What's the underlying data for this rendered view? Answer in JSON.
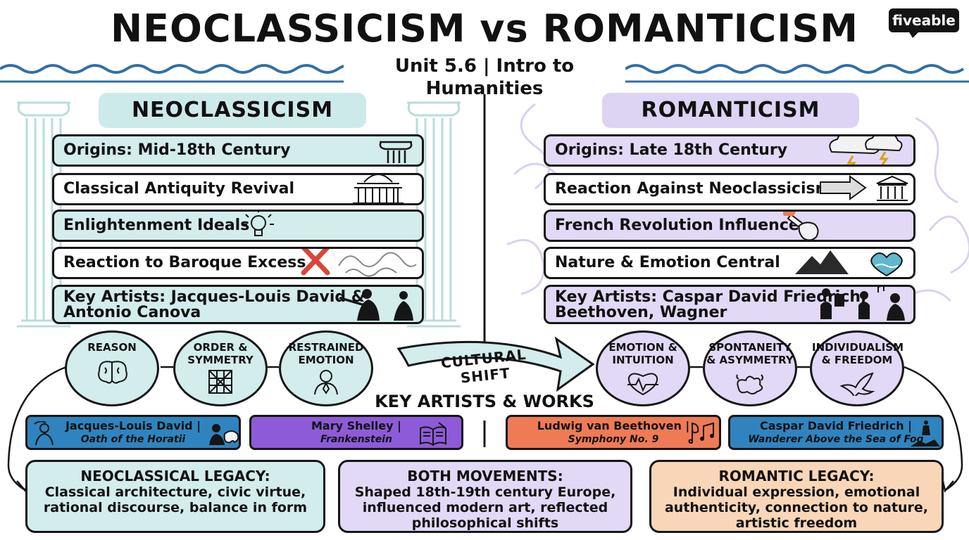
{
  "header": {
    "title": "NEOCLASSICISM vs ROMANTICISM",
    "subtitle": "Unit 5.6 | Intro to Humanities",
    "logo": "fiveable"
  },
  "neoclassicism": {
    "heading": "NEOCLASSICISM",
    "facts": [
      "Origins: Mid-18th Century",
      "Classical Antiquity Revival",
      "Enlightenment Ideals",
      "Reaction to Baroque Excess",
      "Key Artists: Jacques-Louis David & Antonio Canova"
    ],
    "concepts": [
      "REASON",
      "ORDER & SYMMETRY",
      "RESTRAINED EMOTION"
    ]
  },
  "romanticism": {
    "heading": "ROMANTICISM",
    "facts": [
      "Origins: Late 18th Century",
      "Reaction Against Neoclassicism",
      "French Revolution Influence",
      "Nature & Emotion Central",
      "Key Artists: Caspar David Friedrich, Beethoven, Wagner"
    ],
    "concepts": [
      "EMOTION & INTUITION",
      "SPONTANEITY & ASYMMETRY",
      "INDIVIDUALISM & FREEDOM"
    ]
  },
  "shift_label": "CULTURAL SHIFT",
  "key_artists": {
    "title": "KEY ARTISTS & WORKS",
    "works": [
      {
        "artist": "Jacques-Louis David |",
        "work": "Oath of the Horatii",
        "color": "#2f84bf"
      },
      {
        "artist": "Mary Shelley |",
        "work": "Frankenstein",
        "color": "#8d5bd8"
      },
      {
        "artist": "Ludwig van Beethoven |",
        "work": "Symphony No. 9",
        "color": "#ee7b55"
      },
      {
        "artist": "Caspar David Friedrich |",
        "work": "Wanderer Above the Sea of Fog",
        "color": "#2f84bf"
      }
    ]
  },
  "legacy": [
    {
      "title": "NEOCLASSICAL LEGACY:",
      "text": "Classical architecture, civic virtue, rational discourse, balance in form",
      "color": "#d3ecec"
    },
    {
      "title": "BOTH MOVEMENTS:",
      "text": "Shaped 18th-19th century Europe, influenced modern art, reflected philosophical shifts",
      "color": "#e2d9f6"
    },
    {
      "title": "ROMANTIC LEGACY:",
      "text": "Individual expression, emotional authenticity, connection to nature, artistic freedom",
      "color": "#f9d6b8"
    }
  ],
  "colors": {
    "neo_fill": "#d3ecec",
    "rom_fill": "#e2d9f6",
    "wave_blue": "#2f6fa8",
    "heart_blue": "#5fb8d0",
    "stop_red": "#d9463a"
  }
}
